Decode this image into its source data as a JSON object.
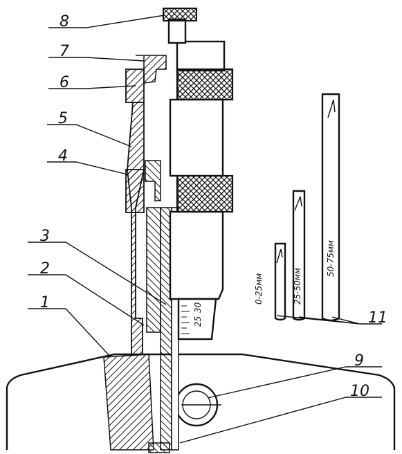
{
  "callouts": [
    "1",
    "2",
    "3",
    "4",
    "5",
    "6",
    "7",
    "8",
    "9",
    "10",
    "11"
  ],
  "ranges": [
    "0-25мм",
    "25-50мм",
    "50-75мм"
  ],
  "scale_numbers": [
    "25",
    "30"
  ]
}
